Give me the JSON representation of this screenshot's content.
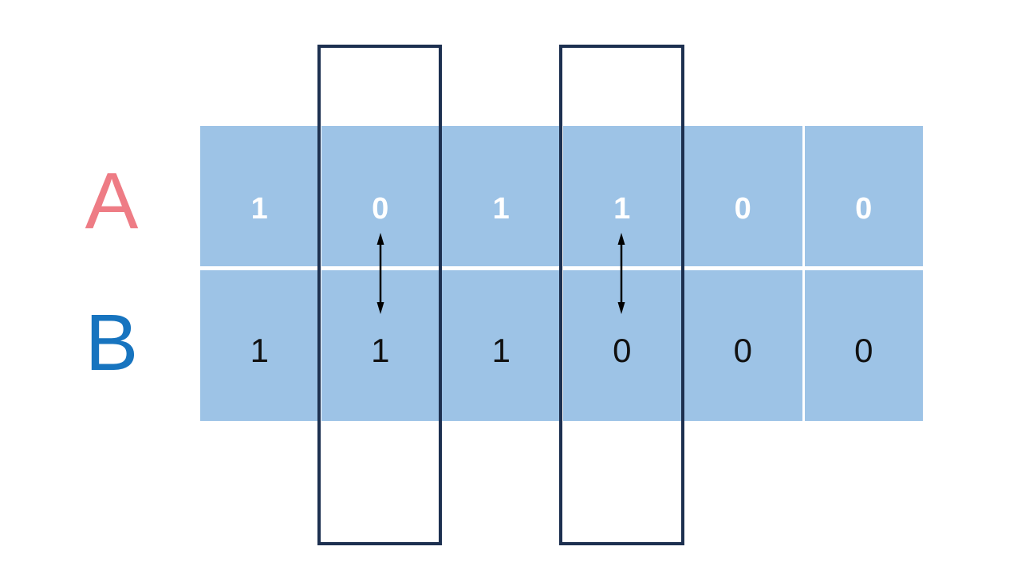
{
  "diagram": {
    "description": "Comparison of two binary strings with differing bit positions highlighted",
    "row_a": {
      "label": "A",
      "values": [
        "1",
        "0",
        "1",
        "1",
        "0",
        "0"
      ]
    },
    "row_b": {
      "label": "B",
      "values": [
        "1",
        "1",
        "1",
        "0",
        "0",
        "0"
      ]
    },
    "highlighted_columns": [
      2,
      4
    ],
    "arrow_columns": [
      2,
      4
    ]
  },
  "icons": {
    "diff_arrow": "up-down-double-arrow"
  },
  "colors": {
    "background": "#FFFFFF",
    "cell-fill": "#9DC3E6",
    "row-a-text": "#FFFFFF",
    "row-b-text": "#111111",
    "label-a": "#EE7C85",
    "label-b": "#1774BF",
    "highlight-border": "#1D3050",
    "arrow": "#000000"
  }
}
